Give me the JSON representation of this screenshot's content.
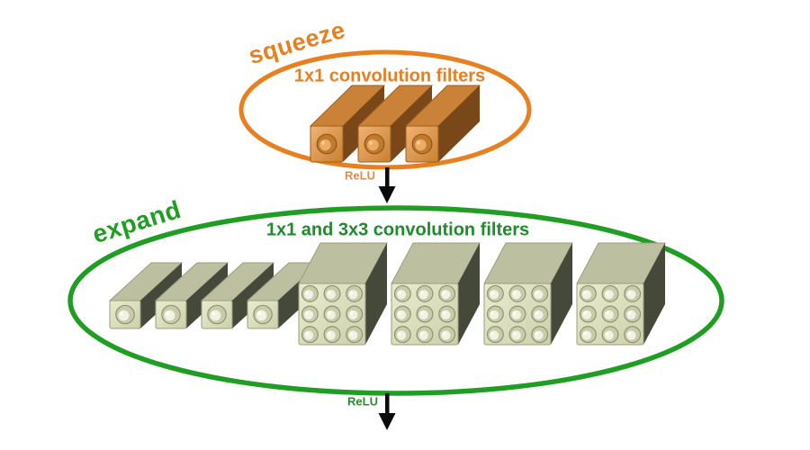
{
  "background": "#FFFFFF",
  "arrow_color": "#0A0A0A",
  "squeeze": {
    "label": "squeeze",
    "filters_label": "1x1 convolution filters",
    "relu_label": "ReLU",
    "accent_color": "#E8801F",
    "filters_text_color": "#E87E22",
    "relu_color": "#E08B4A",
    "filter_count": 3,
    "filter_kernel": "1x1",
    "block_colors": {
      "front_light": "#F1B273",
      "front_dark": "#C8812F",
      "top": "#C98238",
      "side": "#7A4818",
      "stud_base": "#C07A30",
      "stud_ring": "#8F5518",
      "stud_cap": "#ECAC66",
      "stud_highlight": "#F7CE9A",
      "edge": "#9C5F20"
    }
  },
  "expand": {
    "label": "expand",
    "filters_label": "1x1 and 3x3 convolution filters",
    "relu_label": "ReLU",
    "accent_color": "#1F9E23",
    "filters_text_color": "#1E8C2A",
    "relu_color": "#2E8B2E",
    "filter_1x1_count": 4,
    "filter_3x3_count": 4,
    "filter_kernels": [
      "1x1",
      "3x3"
    ],
    "block_colors": {
      "front_light": "#EAECD2",
      "front_dark": "#CDD0AA",
      "top": "#BCC0A0",
      "side": "#45493A",
      "stud_base": "#C9CCAA",
      "stud_ring": "#90946F",
      "stud_cap": "#F2F2E2",
      "stud_highlight": "#FFFFFF",
      "edge": "#9A9E7C"
    }
  }
}
